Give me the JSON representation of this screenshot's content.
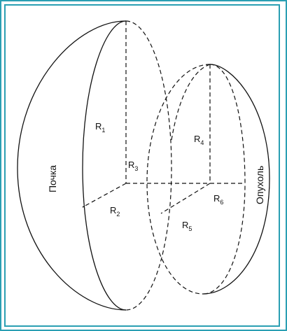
{
  "labels": {
    "kidney": "Почка",
    "tumor": "Опухоль",
    "radii": [
      {
        "id": "R1",
        "main": "R",
        "sub": "1"
      },
      {
        "id": "R2",
        "main": "R",
        "sub": "2"
      },
      {
        "id": "R3",
        "main": "R",
        "sub": "3"
      },
      {
        "id": "R4",
        "main": "R",
        "sub": "4"
      },
      {
        "id": "R5",
        "main": "R",
        "sub": "5"
      },
      {
        "id": "R6",
        "main": "R",
        "sub": "6"
      }
    ]
  },
  "colors": {
    "frame": "#2a9fb3",
    "stroke": "#111111"
  }
}
